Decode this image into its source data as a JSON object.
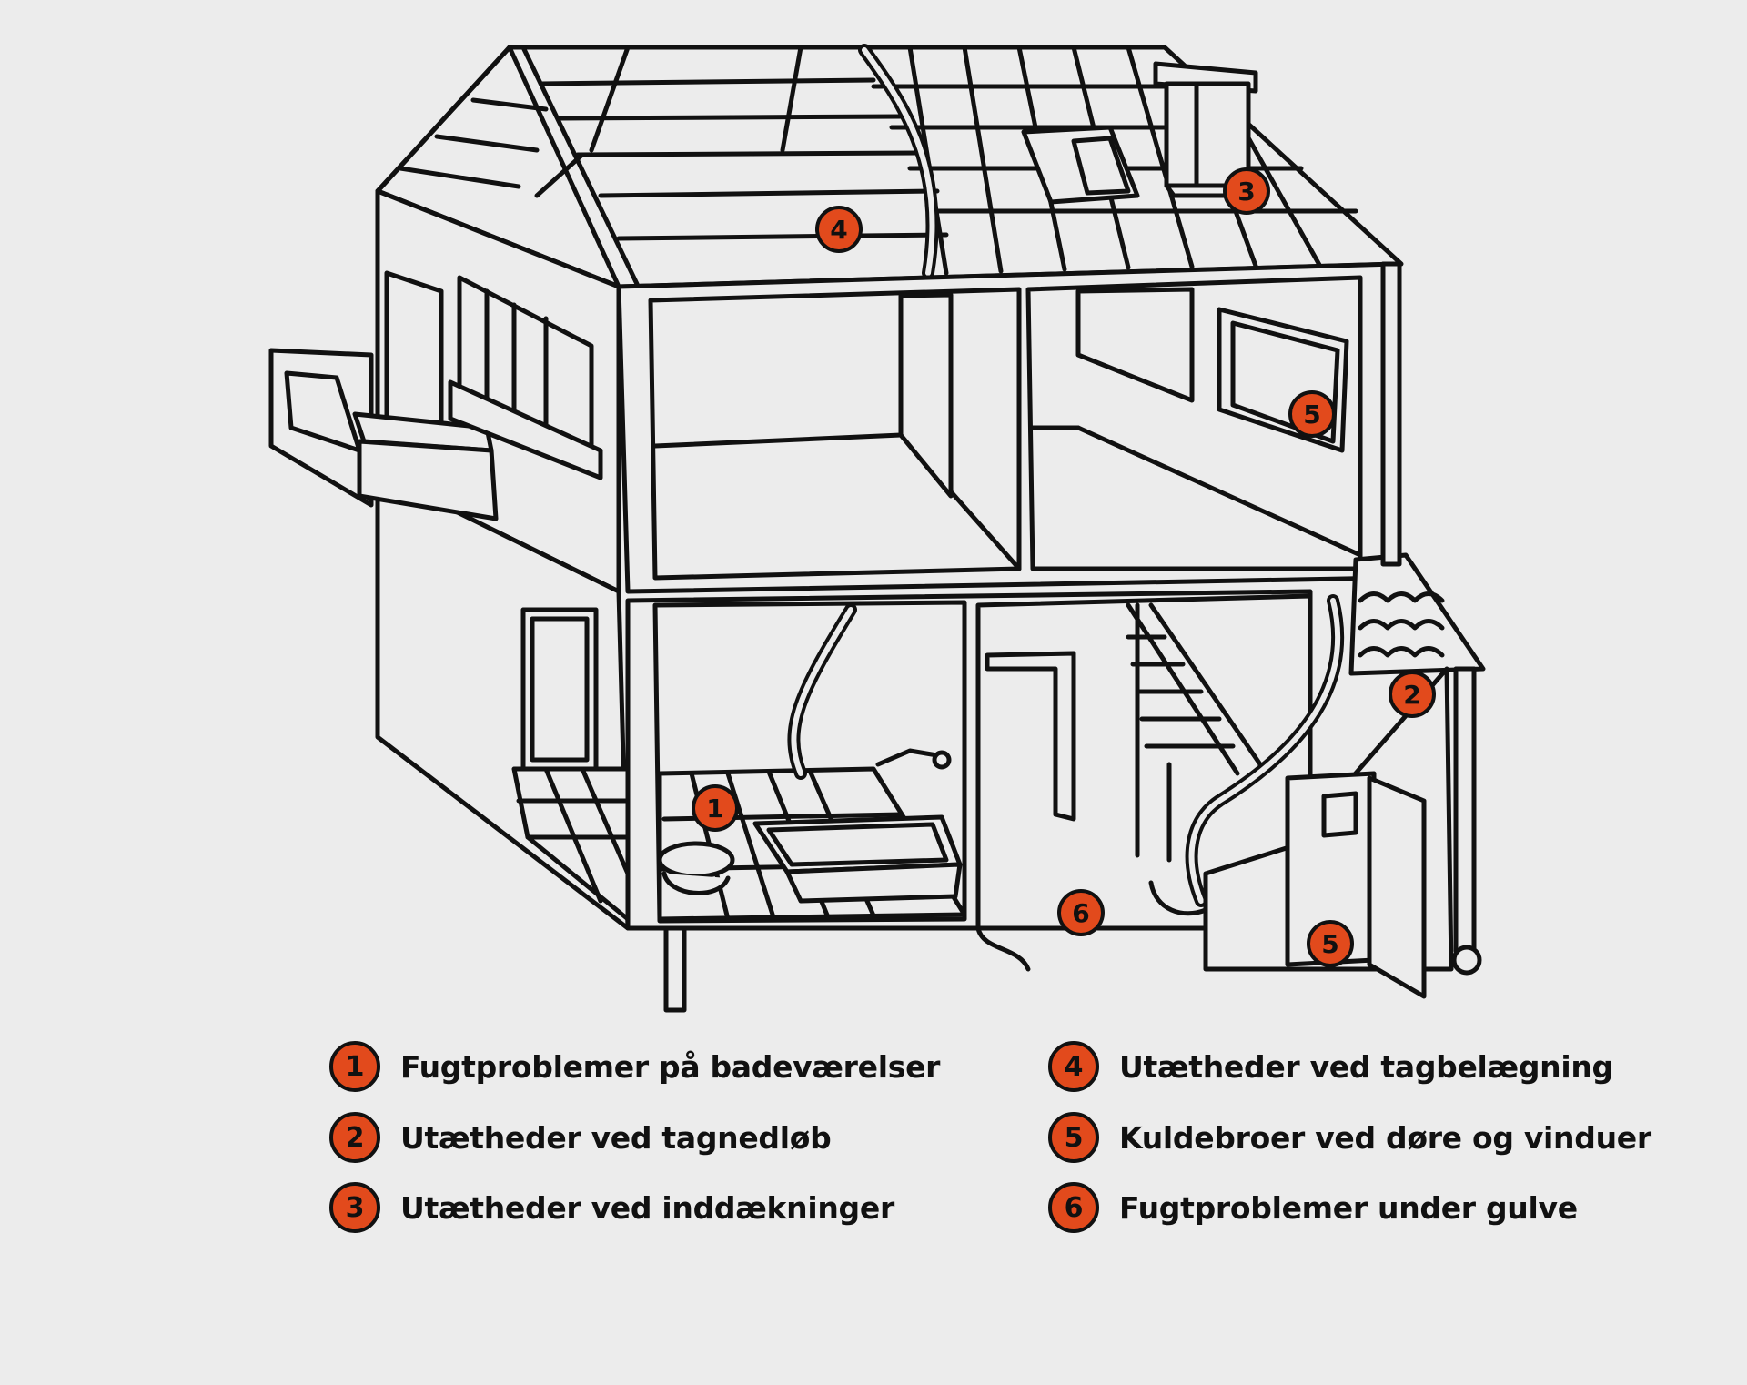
{
  "legend": [
    {
      "num": "1",
      "label": "Fugtproblemer på badeværelser"
    },
    {
      "num": "2",
      "label": "Utætheder ved tagnedløb"
    },
    {
      "num": "3",
      "label": "Utætheder ved inddækninger"
    },
    {
      "num": "4",
      "label": "Utætheder ved tagbelægning"
    },
    {
      "num": "5",
      "label": "Kuldebroer ved døre og vinduer"
    },
    {
      "num": "6",
      "label": "Fugtproblemer under gulve"
    }
  ],
  "markers": {
    "m1": "1",
    "m2": "2",
    "m3": "3",
    "m4": "4",
    "m5a": "5",
    "m5b": "5",
    "m6": "6"
  },
  "colors": {
    "background": "#ececec",
    "accent": "#e24a1c",
    "line": "#111111"
  }
}
